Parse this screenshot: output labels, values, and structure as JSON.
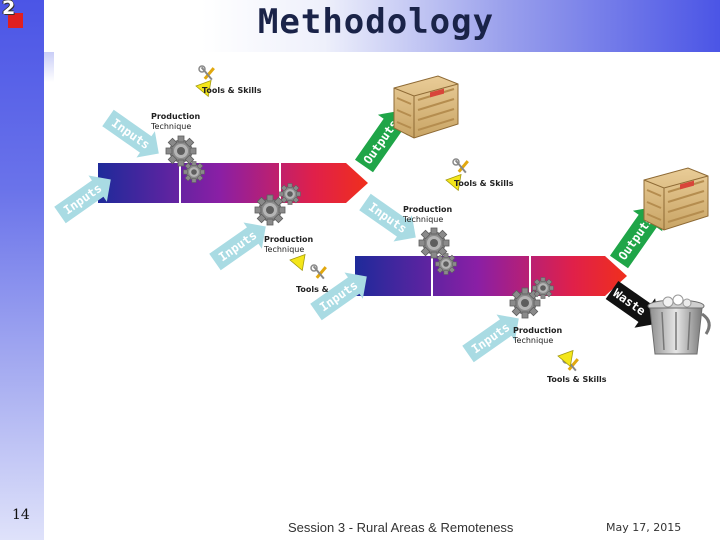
{
  "slide": {
    "number_badge": "2",
    "title": "Methodology",
    "page_number": "14",
    "footer_text": "Session 3 - Rural Areas & Remoteness",
    "date": "May 17, 2015"
  },
  "diagram": {
    "inputs_label": "Inputs",
    "outputs_label": "Outputs",
    "waste_label": "Waste",
    "production_label_line1": "Production",
    "production_label_line2": "Technique",
    "tools_label": "Tools & Skills",
    "tools_label_truncated": "Tools &"
  },
  "colors": {
    "accent_blue": "#4b55e6",
    "title_navy": "#1a2348",
    "badge_red": "#e01f1f",
    "process_gradient": [
      "#1e2a9a",
      "#8a1fa5",
      "#e0204a",
      "#f02f1c"
    ],
    "inputs_arrow": "#a9dbe3",
    "outputs_arrow": "#1fa548",
    "waste_arrow": "#111111"
  },
  "icons": [
    "gear-icon",
    "wrench-screwdriver-icon",
    "crate-icon",
    "trash-bin-icon",
    "pointer-triangle-icon"
  ]
}
